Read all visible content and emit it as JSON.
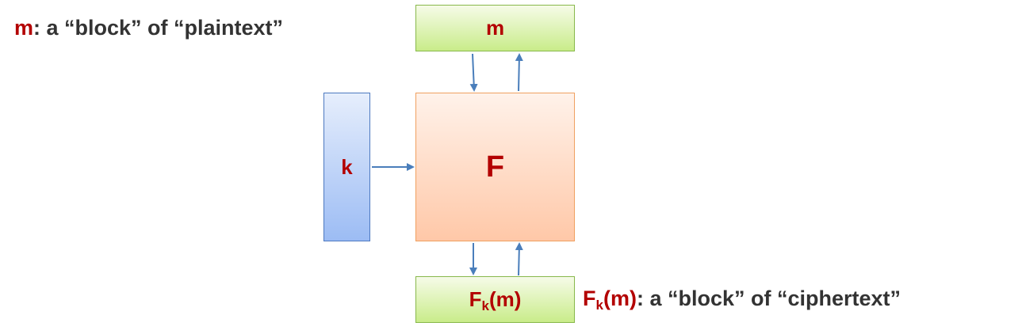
{
  "notes": {
    "top_symbol": "m",
    "top_text": ": a “block” of “plaintext”",
    "bottom_F": "F",
    "bottom_k": "k",
    "bottom_m": "(m)",
    "bottom_text": ": a “block” of “ciphertext”"
  },
  "boxes": {
    "input_label": "m",
    "function_label": "F",
    "key_label": "k",
    "output_F": "F",
    "output_k": "k",
    "output_m": "(m)"
  },
  "colors": {
    "label_red": "#b30000",
    "text_dark": "#333333",
    "arrow_blue": "#4a7ebb",
    "green_border": "#88b84b",
    "orange_border": "#f0a060",
    "blue_border": "#4d79c0"
  }
}
